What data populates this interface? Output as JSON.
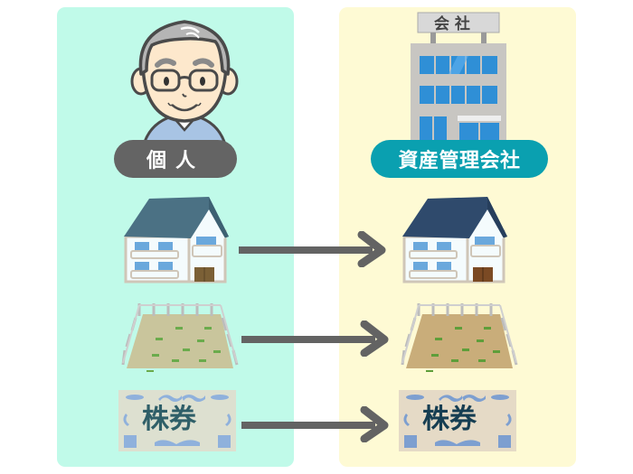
{
  "colors": {
    "left_panel_bg": "#c0fae9",
    "right_panel_bg": "#fefad4",
    "left_label_bg": "#646464",
    "right_label_bg": "#0aa0b0",
    "arrow": "#636363",
    "label_text": "#ffffff"
  },
  "left": {
    "owner_icon": "elderly-man-icon",
    "label": "個人",
    "assets": [
      {
        "name": "house",
        "icon": "house-icon"
      },
      {
        "name": "land",
        "icon": "land-plot-icon"
      },
      {
        "name": "stock",
        "icon": "stock-certificate-icon",
        "text": "株券"
      }
    ]
  },
  "right": {
    "owner_icon": "company-building-icon",
    "building_sign": "会 社",
    "label": "資産管理会社",
    "assets": [
      {
        "name": "house",
        "icon": "house-icon"
      },
      {
        "name": "land",
        "icon": "land-plot-icon"
      },
      {
        "name": "stock",
        "icon": "stock-certificate-icon",
        "text": "株券"
      }
    ]
  },
  "arrows": [
    {
      "from": "house",
      "to": "house",
      "icon": "arrow-right-icon"
    },
    {
      "from": "land",
      "to": "land",
      "icon": "arrow-right-icon"
    },
    {
      "from": "stock",
      "to": "stock",
      "icon": "arrow-right-icon"
    }
  ]
}
